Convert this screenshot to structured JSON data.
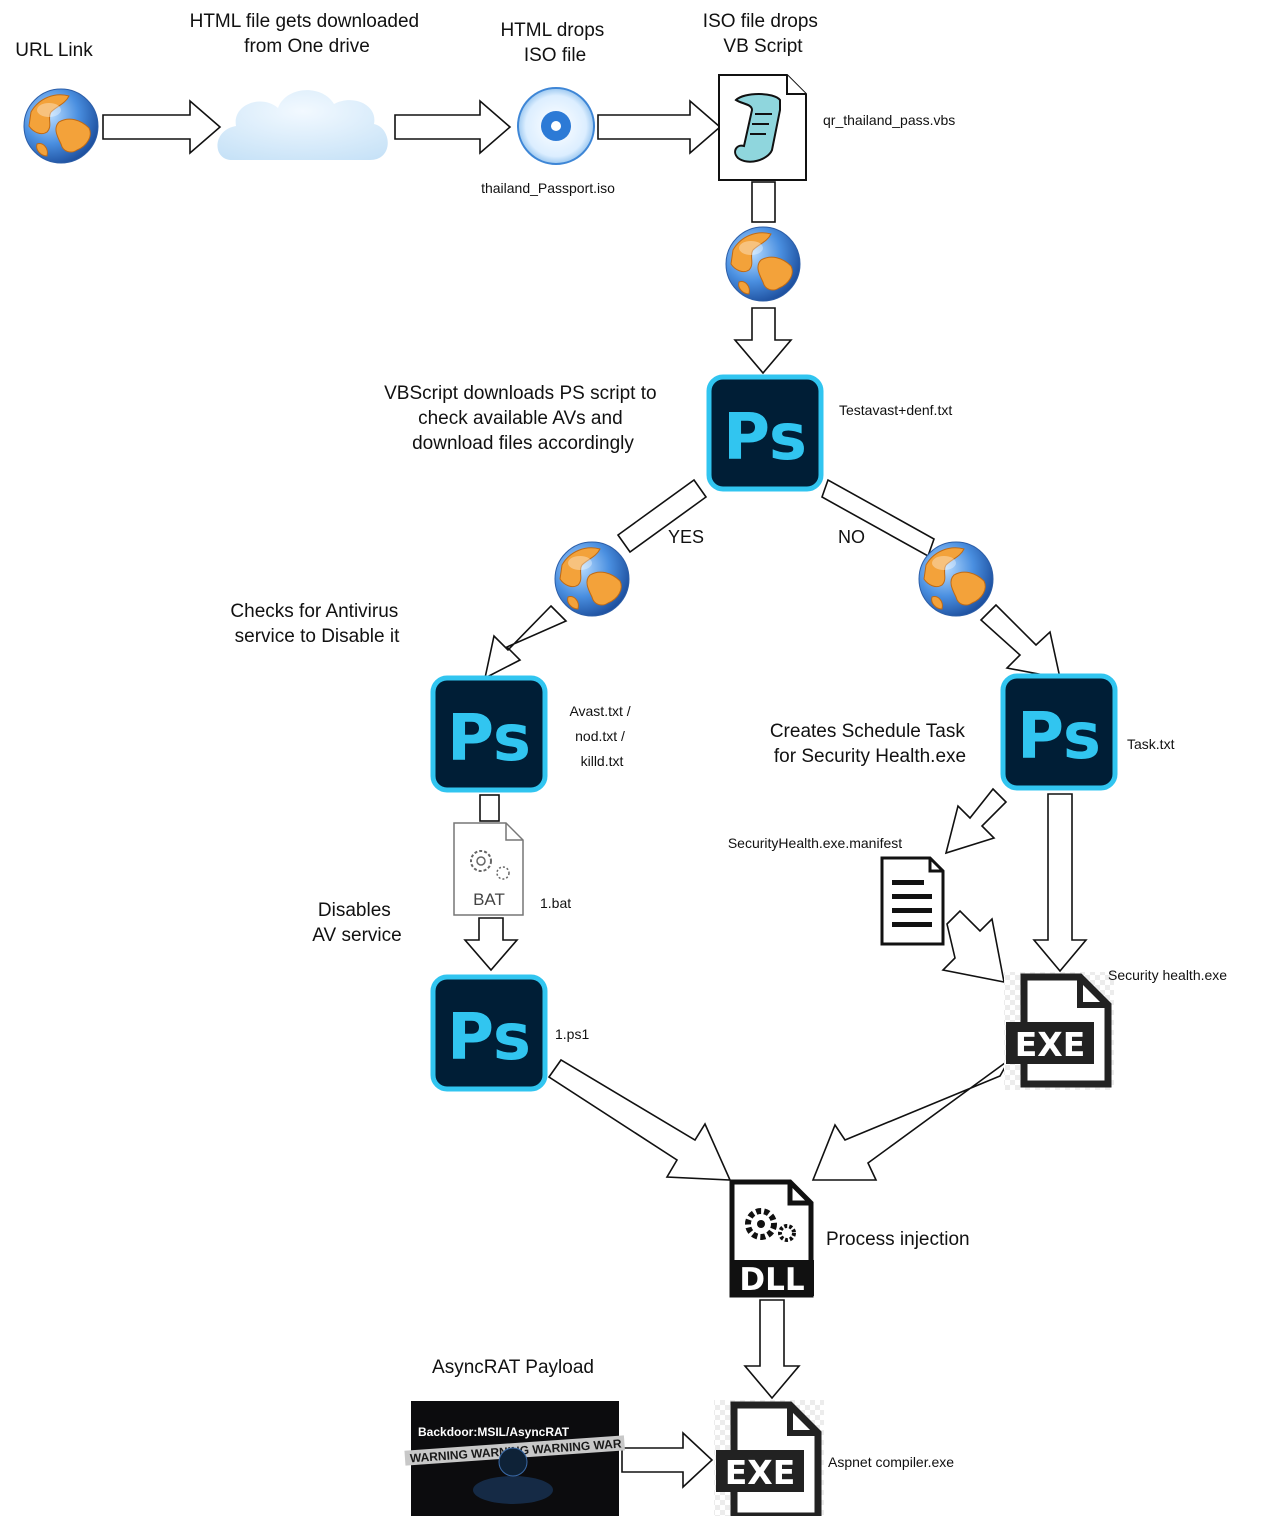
{
  "steps": {
    "url_link": "URL Link",
    "html_download": [
      "HTML file gets downloaded",
      "from One drive"
    ],
    "html_drops_iso": [
      "HTML drops",
      "ISO file"
    ],
    "iso_drops_vbs": [
      "ISO file drops",
      "VB Script"
    ],
    "vbscript_downloads": [
      "VBScript downloads PS script to",
      "check available AVs and",
      "download files accordingly"
    ],
    "checks_av": [
      "Checks for Antivirus",
      "service to Disable it"
    ],
    "creates_task": [
      "Creates Schedule Task",
      "for Security Health.exe"
    ],
    "disables_av": [
      "Disables",
      "AV service"
    ],
    "process_injection": "Process injection",
    "asyncrat_payload": "AsyncRAT Payload"
  },
  "branches": {
    "yes": "YES",
    "no": "NO"
  },
  "files": {
    "iso": "thailand_Passport.iso",
    "vbs": "qr_thailand_pass.vbs",
    "ps_check": "Testavast+denf.txt",
    "ps_disable": [
      "Avast.txt /",
      "nod.txt /",
      "killd.txt"
    ],
    "bat": "1.bat",
    "ps1": "1.ps1",
    "task": "Task.txt",
    "manifest": "SecurityHealth.exe.manifest",
    "security_exe": "Security health.exe",
    "aspnet": "Aspnet compiler.exe"
  },
  "icons": {
    "ps_glyph": "Ps",
    "bat_glyph": "BAT",
    "exe_glyph": "EXE",
    "dll_glyph": "DLL",
    "detection_banner": "Backdoor:MSIL/AsyncRAT",
    "warning_tape": "WARNING WARNING WARNING WAR"
  },
  "colors": {
    "ps_bg": "#001e36",
    "ps_border": "#31c5f0",
    "ps_text": "#31c5f0",
    "cloud": "#dbeefb"
  }
}
